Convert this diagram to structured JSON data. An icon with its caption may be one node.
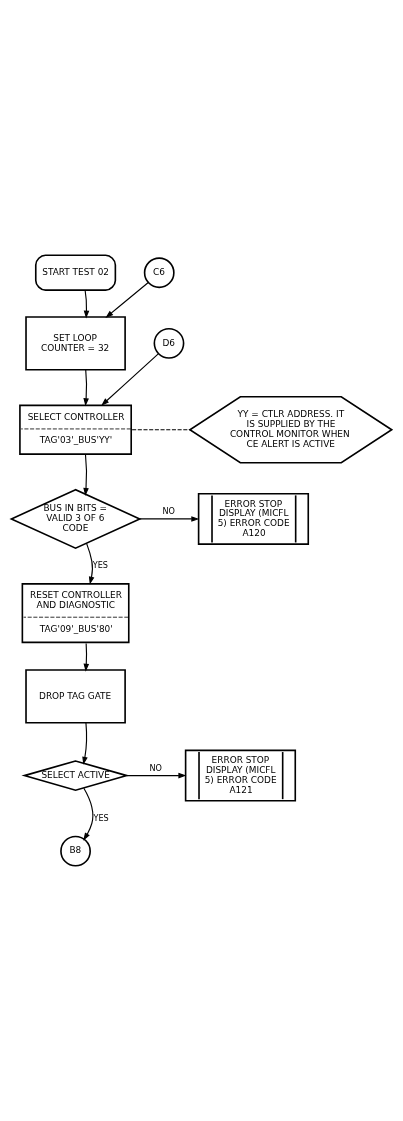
{
  "diagram": {
    "nodes": [
      {
        "text": [
          "START TEST 02"
        ]
      },
      {
        "text": [
          "C6"
        ]
      },
      {
        "text": [
          "SET LOOP COUNTER = 32"
        ]
      },
      {
        "text": [
          "D6"
        ]
      },
      {
        "text": [
          "SELECT CONTROLLER",
          "TAG'03'_BUS'YY'"
        ]
      },
      {
        "text": [
          "YY = CTLR ADDRESS. IT IS SUPPLIED BY THE CONTROL MONITOR WHEN CE ALERT IS ACTIVE"
        ]
      },
      {
        "text": [
          "BUS IN BITS = VALID 3 OF 6 CODE"
        ]
      },
      {
        "text": [
          "ERROR STOP DISPLAY (MICFL 5) ERROR CODE A120"
        ]
      },
      {
        "text": [
          "RESET CONTROLLER AND DIAGNOSTIC",
          "TAG'09'_BUS'80'"
        ]
      },
      {
        "text": [
          "DROP TAG GATE"
        ]
      },
      {
        "text": [
          "SELECT ACTIVE"
        ]
      },
      {
        "text": [
          "ERROR STOP DISPLAY (MICFL 5) ERROR CODE A121"
        ]
      },
      {
        "text": [
          "B8"
        ]
      }
    ],
    "edges": [
      {
        "from": 0,
        "to": 2,
        "arrow": "to"
      },
      {
        "from": 1,
        "to": 2,
        "arrow": "to"
      },
      {
        "from": 2,
        "to": 4,
        "arrow": "to"
      },
      {
        "from": 3,
        "to": 4,
        "arrow": "to"
      },
      {
        "from": 4,
        "to": 5,
        "arrow": "none",
        "style": "dashed"
      },
      {
        "from": 4,
        "to": 6,
        "arrow": "to"
      },
      {
        "from": 6,
        "to": 7,
        "arrow": "to",
        "label": "NO"
      },
      {
        "from": 6,
        "to": 8,
        "arrow": "to",
        "label": "YES"
      },
      {
        "from": 8,
        "to": 9,
        "arrow": "to"
      },
      {
        "from": 9,
        "to": 10,
        "arrow": "to"
      },
      {
        "from": 10,
        "to": 11,
        "arrow": "to",
        "label": "NO"
      },
      {
        "from": 10,
        "to": 12,
        "arrow": "to",
        "label": "YES"
      }
    ]
  }
}
